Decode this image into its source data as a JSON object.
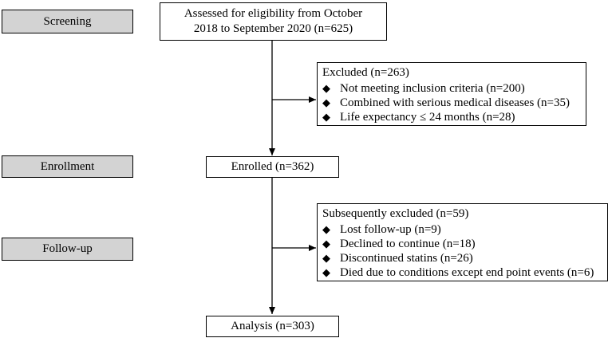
{
  "stages": {
    "screening": "Screening",
    "enrollment": "Enrollment",
    "followup": "Follow-up"
  },
  "boxes": {
    "assessed_line1": "Assessed for eligibility from October",
    "assessed_line2": "2018 to September 2020 (n=625)",
    "enrolled": "Enrolled (n=362)",
    "analysis": "Analysis (n=303)"
  },
  "excluded": {
    "title": "Excluded (n=263)",
    "items": [
      "Not meeting inclusion criteria (n=200)",
      "Combined with serious medical diseases (n=35)",
      "Life expectancy ≤ 24 months (n=28)"
    ]
  },
  "subsequent": {
    "title": "Subsequently excluded (n=59)",
    "items": [
      "Lost follow-up (n=9)",
      "Declined to continue (n=18)",
      "Discontinued statins (n=26)",
      "Died due to conditions except end point events (n=6)"
    ]
  },
  "bullet_glyph": "◆",
  "colors": {
    "stage_fill": "#d3d3d3",
    "line": "#000000"
  }
}
